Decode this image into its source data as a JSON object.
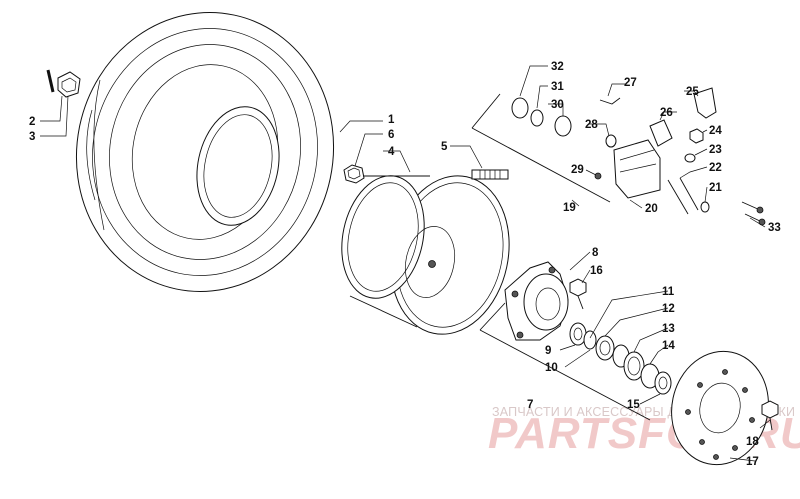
{
  "callouts": {
    "c1": "1",
    "c2": "2",
    "c3": "3",
    "c4": "4",
    "c5": "5",
    "c6": "6",
    "c7": "7",
    "c8": "8",
    "c9": "9",
    "c10": "10",
    "c11": "11",
    "c12": "12",
    "c13": "13",
    "c14": "14",
    "c15": "15",
    "c16": "16",
    "c17": "17",
    "c18": "18",
    "c19": "19",
    "c20": "20",
    "c21": "21",
    "c22": "22",
    "c23": "23",
    "c24": "24",
    "c25": "25",
    "c26": "26",
    "c27": "27",
    "c28": "28",
    "c29": "29",
    "c30": "30",
    "c31": "31",
    "c32": "32",
    "c33": "33"
  },
  "watermark": {
    "subtitle": "ЗАПЧАСТИ И АКСЕССУАРЫ ДЛЯ МОТОТЕХНИКИ",
    "brand": "PARTSFOR.RU"
  },
  "colors": {
    "line": "#111111",
    "watermark": "#f1c9c9"
  }
}
